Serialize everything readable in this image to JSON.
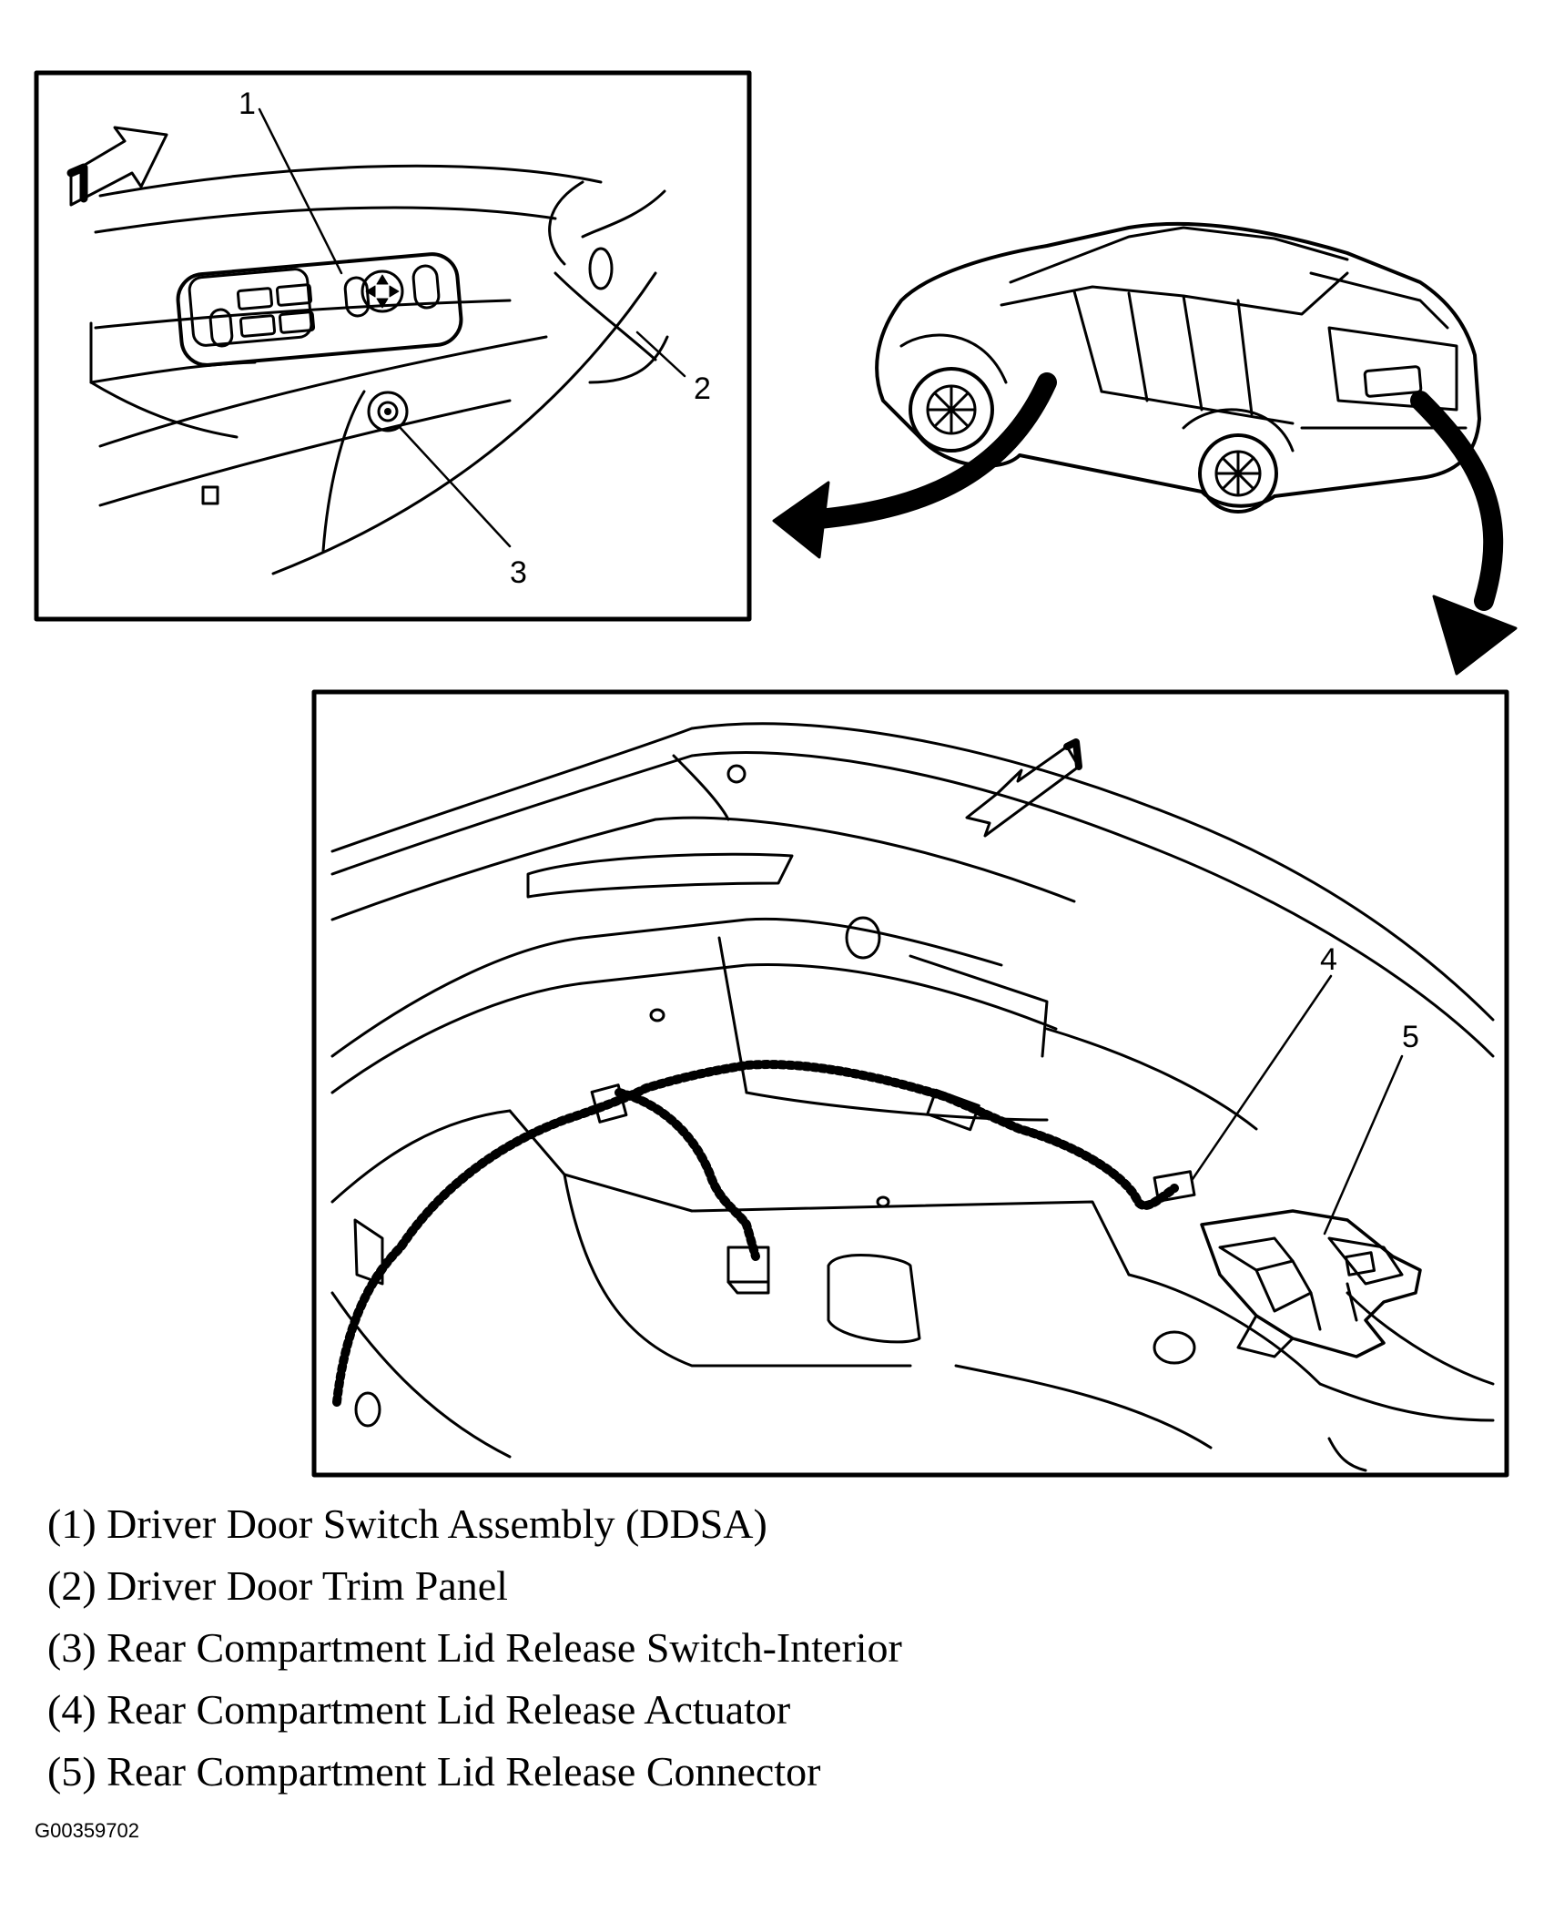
{
  "callouts": [
    {
      "number": "1"
    },
    {
      "number": "2"
    },
    {
      "number": "3"
    },
    {
      "number": "4"
    },
    {
      "number": "5"
    }
  ],
  "legend": [
    "(1) Driver Door Switch Assembly (DDSA)",
    "(2) Driver Door Trim Panel",
    "(3) Rear Compartment Lid Release Switch-Interior",
    "(4) Rear Compartment Lid Release Actuator",
    "(5) Rear Compartment Lid Release Connector"
  ],
  "figure_id": "G00359702",
  "colors": {
    "ink": "#000000",
    "paper": "#ffffff"
  },
  "icons": [
    "forward-direction-arrow-icon",
    "pointer-arrow-icon"
  ]
}
